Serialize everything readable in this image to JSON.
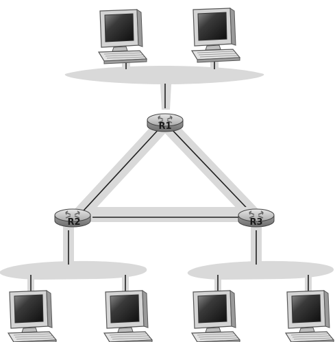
{
  "routers": [
    {
      "id": "r1",
      "label": "R1"
    },
    {
      "id": "r2",
      "label": "R2"
    },
    {
      "id": "r3",
      "label": "R3"
    }
  ],
  "subnets": {
    "top": {
      "hosts": 2,
      "router": "r1"
    },
    "bottom_left": {
      "hosts": 2,
      "router": "r2"
    },
    "bottom_right": {
      "hosts": 2,
      "router": "r3"
    }
  },
  "links": [
    {
      "from": "r1",
      "to": "r2"
    },
    {
      "from": "r1",
      "to": "r3"
    },
    {
      "from": "r2",
      "to": "r3"
    }
  ],
  "colors": {
    "subnet_fill": "#d9d9d9",
    "link_line": "#1f1f1f",
    "router_body": "#b8b8b8",
    "monitor_frame": "#c8c8c8",
    "screen_dark": "#2a2a2a"
  },
  "icons": [
    "router-icon",
    "host-computer-icon"
  ]
}
